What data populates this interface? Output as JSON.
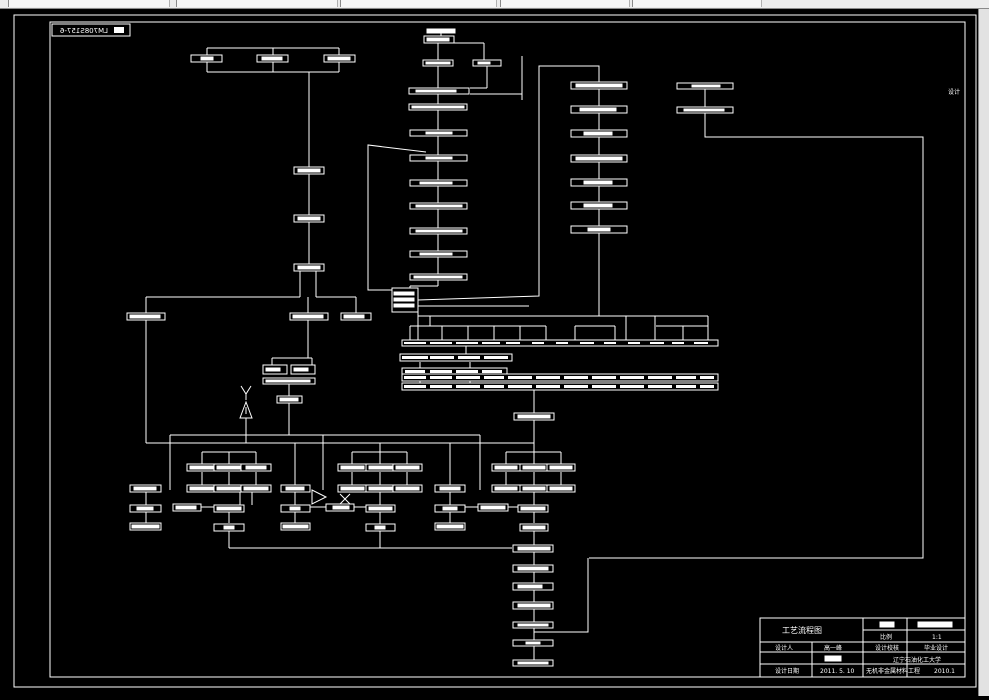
{
  "drawing": {
    "mirrored_label": "LM708S157-6",
    "side_note": "设计"
  },
  "title_block": {
    "title": "工艺流程图",
    "scale_label": "比例",
    "scale_value": "1:1",
    "designer_label": "设计人",
    "designer_name": "高一峰",
    "checker_label": "设计校核",
    "project_label": "毕业设计",
    "date_label": "设计日期",
    "date_value": "2011. 5. 10",
    "school": "辽宁石油化工大学",
    "dept": "无机非金属材料工程",
    "class_no": "2010.1"
  },
  "colors": {
    "background": "#000000",
    "lines": "#ffffff",
    "chrome": "#ececec"
  }
}
